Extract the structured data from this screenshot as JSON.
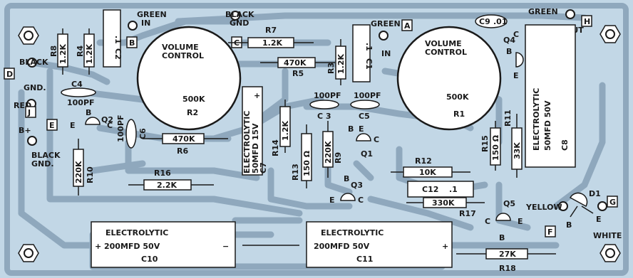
{
  "colors": {
    "board": "#c2d7e6",
    "trace": "#8fa8bd",
    "ink": "#1a1a1a",
    "component_fill": "#f4f2ea"
  },
  "connection_labels": {
    "green_in_1": [
      "GREEN",
      "IN"
    ],
    "black_gnd_top": [
      "BLACK",
      "GND"
    ],
    "green_in_2": [
      "GREEN",
      "IN"
    ],
    "green_out": [
      "GREEN",
      "OUT"
    ],
    "black_gnd_left": [
      "BLACK",
      "GND."
    ],
    "red_b_plus": [
      "RED",
      "B+"
    ],
    "black_gnd_lower": [
      "BLACK",
      "GND."
    ],
    "yellow": "YELLOW",
    "white": "WHITE"
  },
  "terminal_letters": {
    "a": "A",
    "b": "B",
    "c": "C",
    "d": "D",
    "e": "E",
    "f": "F",
    "g": "G",
    "h": "H",
    "j": "J"
  },
  "pots": {
    "r2": {
      "title": [
        "VOLUME",
        "CONTROL"
      ],
      "value": "500K",
      "ref": "R2"
    },
    "r1": {
      "title": [
        "VOLUME",
        "CONTROL"
      ],
      "value": "500K",
      "ref": "R1"
    }
  },
  "resistors": {
    "r8": {
      "value": "1.2K",
      "ref": "R8"
    },
    "r4": {
      "value": "1.2K",
      "ref": "R4"
    },
    "r7": {
      "value": "1.2K",
      "ref": "R7"
    },
    "r5": {
      "value": "470K",
      "ref": "R5"
    },
    "r3": {
      "value": "1.2K",
      "ref": "R3"
    },
    "r6": {
      "value": "470K",
      "ref": "R6"
    },
    "r14": {
      "value": "1.2K",
      "ref": "R14"
    },
    "r13": {
      "value": "150 Ω",
      "ref": "R13"
    },
    "r9": {
      "value": "220K",
      "ref": "R9"
    },
    "r10": {
      "value": "220K",
      "ref": "R10"
    },
    "r16": {
      "value": "2.2K",
      "ref": "R16"
    },
    "r15": {
      "value": "150 Ω",
      "ref": "R15"
    },
    "r11": {
      "value": "33K",
      "ref": "R11"
    },
    "r12": {
      "value": "10K",
      "ref": "R12"
    },
    "r17": {
      "value": "330K",
      "ref": "R17"
    },
    "r18": {
      "value": "27K",
      "ref": "R18"
    }
  },
  "capacitors": {
    "c2": {
      "value": ".1",
      "ref": "C2"
    },
    "c1": {
      "value": ".1",
      "ref": "C1"
    },
    "c9": {
      "value": ".01",
      "ref": "C9"
    },
    "c4": {
      "value": "100PF",
      "ref": "C4"
    },
    "c3": {
      "value": "100PF",
      "ref": "C 3"
    },
    "c5": {
      "value": "100PF",
      "ref": "C5"
    },
    "c6": {
      "value": "100PF",
      "ref": "C6"
    },
    "c12": {
      "value": ".1",
      "ref": "C12"
    }
  },
  "electrolytics": {
    "c7": {
      "lines": [
        "ELECTROLYTIC",
        "50MFD 15V",
        "C7"
      ]
    },
    "c8": {
      "lines": [
        "ELECTROLYTIC",
        "50MFD 50V",
        "C8"
      ]
    },
    "c10": {
      "lines": [
        "ELECTROLYTIC",
        "200MFD 50V",
        "C10"
      ]
    },
    "c11": {
      "lines": [
        "ELECTROLYTIC",
        "200MFD 50V",
        "C11"
      ]
    }
  },
  "transistors": {
    "q1": {
      "ref": "Q1",
      "pins": [
        "B",
        "E",
        "C"
      ]
    },
    "q2": {
      "ref": "Q2",
      "pins": [
        "B",
        "E",
        "C"
      ]
    },
    "q3": {
      "ref": "Q3",
      "pins": [
        "B",
        "E",
        "C"
      ]
    },
    "q4": {
      "ref": "Q4",
      "pins": [
        "B",
        "E",
        "C"
      ]
    },
    "q5": {
      "ref": "Q5",
      "pins": [
        "B",
        "E",
        "C"
      ]
    }
  },
  "diode": {
    "ref": "D1",
    "pins": [
      "B",
      "E"
    ]
  },
  "polarity": {
    "plus": "+",
    "minus": "−"
  }
}
